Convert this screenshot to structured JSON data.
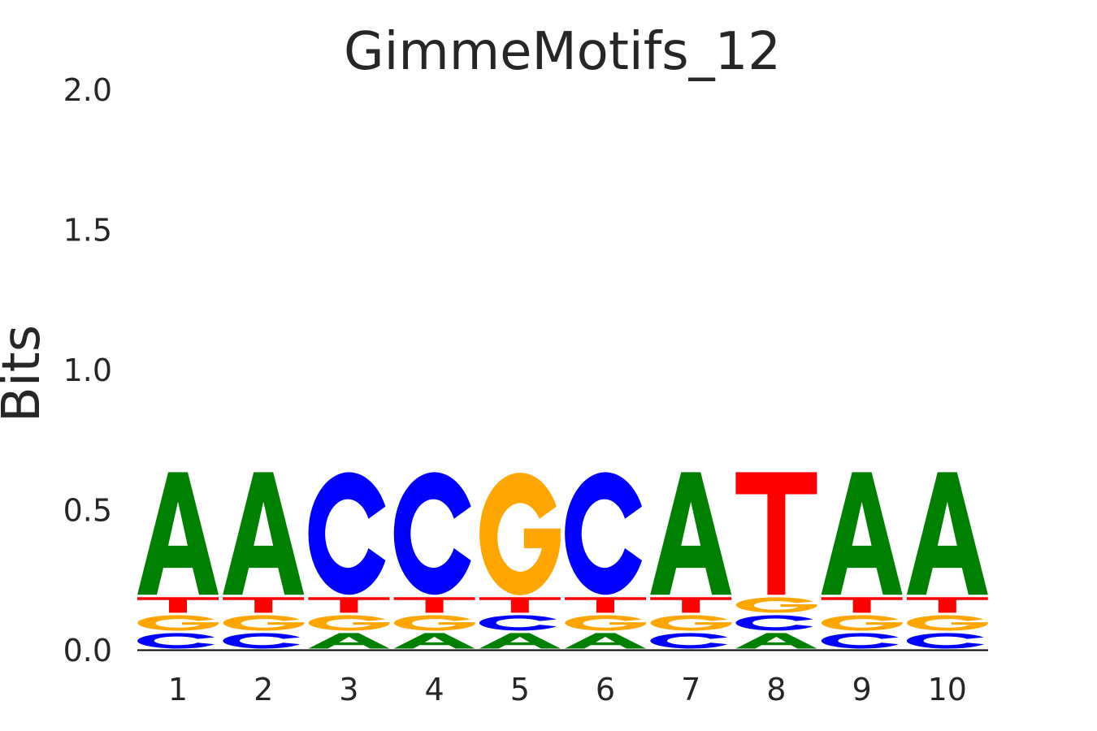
{
  "chart_data": {
    "type": "sequence_logo",
    "title": "GimmeMotifs_12",
    "ylabel": "Bits",
    "xlabel": "",
    "ylim": [
      0,
      2.0
    ],
    "yticks": [
      "0.0",
      "0.5",
      "1.0",
      "1.5",
      "2.0"
    ],
    "xticks": [
      "1",
      "2",
      "3",
      "4",
      "5",
      "6",
      "7",
      "8",
      "9",
      "10"
    ],
    "colors": {
      "A": "#008000",
      "C": "#0000ff",
      "G": "#ffa500",
      "T": "#ff0000"
    },
    "positions": [
      {
        "pos": "1",
        "stack": [
          [
            "C",
            0.064
          ],
          [
            "G",
            0.064
          ],
          [
            "T",
            0.064
          ],
          [
            "A",
            0.446
          ]
        ]
      },
      {
        "pos": "2",
        "stack": [
          [
            "C",
            0.064
          ],
          [
            "G",
            0.064
          ],
          [
            "T",
            0.064
          ],
          [
            "A",
            0.446
          ]
        ]
      },
      {
        "pos": "3",
        "stack": [
          [
            "A",
            0.064
          ],
          [
            "G",
            0.064
          ],
          [
            "T",
            0.064
          ],
          [
            "C",
            0.446
          ]
        ]
      },
      {
        "pos": "4",
        "stack": [
          [
            "A",
            0.064
          ],
          [
            "G",
            0.064
          ],
          [
            "T",
            0.064
          ],
          [
            "C",
            0.446
          ]
        ]
      },
      {
        "pos": "5",
        "stack": [
          [
            "A",
            0.064
          ],
          [
            "C",
            0.064
          ],
          [
            "T",
            0.064
          ],
          [
            "G",
            0.446
          ]
        ]
      },
      {
        "pos": "6",
        "stack": [
          [
            "A",
            0.064
          ],
          [
            "G",
            0.064
          ],
          [
            "T",
            0.064
          ],
          [
            "C",
            0.446
          ]
        ]
      },
      {
        "pos": "7",
        "stack": [
          [
            "C",
            0.064
          ],
          [
            "G",
            0.064
          ],
          [
            "T",
            0.064
          ],
          [
            "A",
            0.446
          ]
        ]
      },
      {
        "pos": "8",
        "stack": [
          [
            "A",
            0.064
          ],
          [
            "C",
            0.064
          ],
          [
            "G",
            0.064
          ],
          [
            "T",
            0.446
          ]
        ]
      },
      {
        "pos": "9",
        "stack": [
          [
            "C",
            0.064
          ],
          [
            "G",
            0.064
          ],
          [
            "T",
            0.064
          ],
          [
            "A",
            0.446
          ]
        ]
      },
      {
        "pos": "10",
        "stack": [
          [
            "C",
            0.064
          ],
          [
            "G",
            0.064
          ],
          [
            "T",
            0.064
          ],
          [
            "A",
            0.446
          ]
        ]
      }
    ]
  }
}
